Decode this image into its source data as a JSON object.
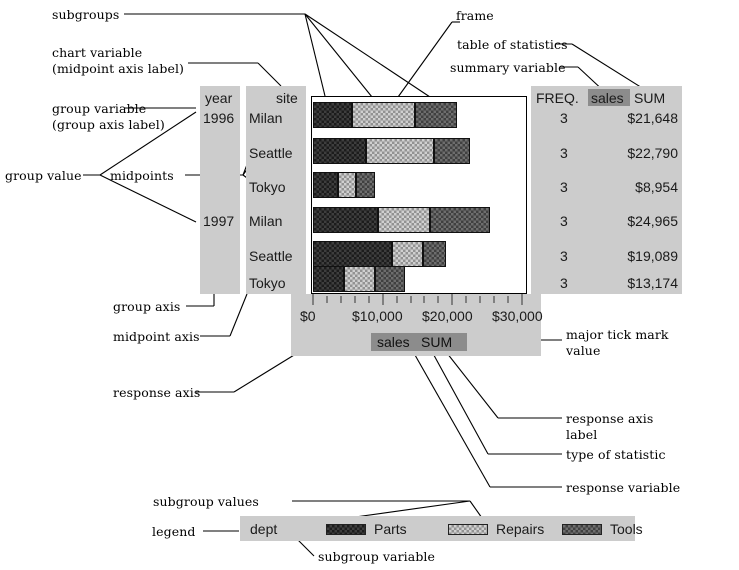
{
  "annotations": {
    "subgroups": "subgroups",
    "chart_variable_l1": "chart variable",
    "chart_variable_l2": "(midpoint axis label)",
    "group_variable_l1": "group variable",
    "group_variable_l2": "(group axis label)",
    "group_value": "group value",
    "midpoints": "midpoints",
    "group_axis": "group axis",
    "midpoint_axis": "midpoint axis",
    "response_axis": "response axis",
    "frame": "frame",
    "table_of_statistics": "table of statistics",
    "summary_variable": "summary variable",
    "major_tick_l1": "major tick mark",
    "major_tick_l2": "value",
    "response_axis_label_l1": "response axis",
    "response_axis_label_l2": "label",
    "type_of_statistic": "type of statistic",
    "response_variable": "response variable",
    "subgroup_values": "subgroup values",
    "legend": "legend",
    "subgroup_variable": "subgroup variable"
  },
  "group_column": {
    "header": "year",
    "values": [
      "1996",
      "",
      "",
      "1997",
      "",
      ""
    ]
  },
  "midpoint_column": {
    "header": "site",
    "values": [
      "Milan",
      "Seattle",
      "Tokyo",
      "Milan",
      "Seattle",
      "Tokyo"
    ]
  },
  "statistics_table": {
    "headers": [
      "FREQ.",
      "sales",
      "SUM"
    ],
    "highlighted_header": "sales",
    "rows": [
      {
        "freq": "3",
        "sum": "$21,648"
      },
      {
        "freq": "3",
        "sum": "$22,790"
      },
      {
        "freq": "3",
        "sum": "$8,954"
      },
      {
        "freq": "3",
        "sum": "$24,965"
      },
      {
        "freq": "3",
        "sum": "$19,089"
      },
      {
        "freq": "3",
        "sum": "$13,174"
      }
    ]
  },
  "response_axis": {
    "tick_labels": [
      "$0",
      "$10,000",
      "$20,000",
      "$30,000"
    ],
    "label_variable": "sales",
    "label_statistic": "SUM"
  },
  "legend_block": {
    "variable": "dept",
    "entries": [
      {
        "label": "Parts",
        "fill": "#1c1c1c"
      },
      {
        "label": "Repairs",
        "fill": "#d0d0d0"
      },
      {
        "label": "Tools",
        "fill": "#6e6e6e"
      }
    ]
  },
  "colors": {
    "panel_gray": "#cccccc",
    "highlight_gray": "#8c8c8c",
    "frame_stroke": "#000000",
    "parts": "#1c1c1c",
    "repairs": "#d0d0d0",
    "tools": "#6e6e6e"
  },
  "chart_data": {
    "type": "bar",
    "orientation": "horizontal",
    "stacked": true,
    "title": "",
    "xlabel": "sales SUM",
    "ylabel": "site",
    "group_label": "year",
    "xlim": [
      0,
      33000
    ],
    "grid": false,
    "tick_values": [
      0,
      10000,
      20000,
      30000
    ],
    "tick_labels": [
      "$0",
      "$10,000",
      "$20,000",
      "$30,000"
    ],
    "groups": [
      "1996",
      "1997"
    ],
    "categories": [
      "Milan",
      "Seattle",
      "Tokyo",
      "Milan",
      "Seattle",
      "Tokyo"
    ],
    "legend_position": "bottom",
    "series": [
      {
        "name": "Parts",
        "values": [
          5600,
          7600,
          3600,
          9300,
          11300,
          4400
        ]
      },
      {
        "name": "Repairs",
        "values": [
          9000,
          9700,
          2600,
          7400,
          4400,
          4400
        ]
      },
      {
        "name": "Tools",
        "values": [
          6000,
          5200,
          2700,
          8600,
          3300,
          4300
        ]
      }
    ],
    "totals": [
      21648,
      22790,
      8954,
      24965,
      19089,
      13174
    ],
    "freq": [
      3,
      3,
      3,
      3,
      3,
      3
    ]
  }
}
